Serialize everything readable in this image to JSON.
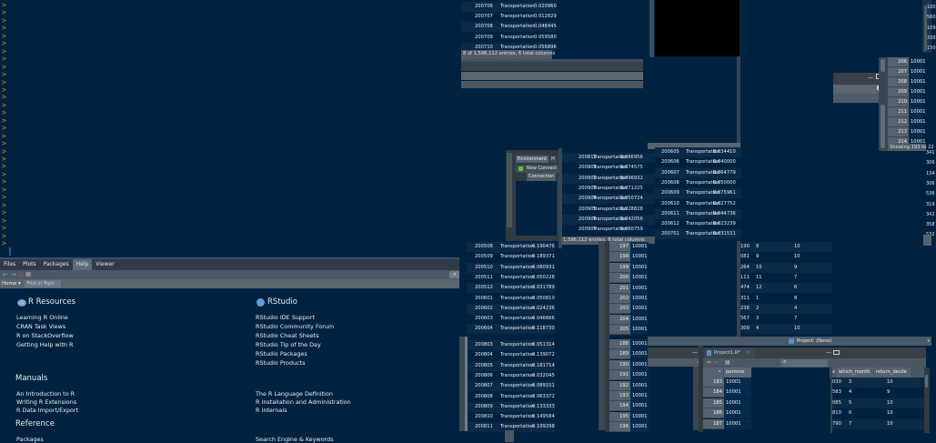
{
  "console": {
    "prompt_char": ">",
    "prompt_count": 32
  },
  "help_pane": {
    "tabs": [
      {
        "label": "Files",
        "active": false
      },
      {
        "label": "Plots",
        "active": false
      },
      {
        "label": "Packages",
        "active": false
      },
      {
        "label": "Help",
        "active": true
      },
      {
        "label": "Viewer",
        "active": false
      }
    ],
    "toolbar": {
      "back_icon": "←",
      "forward_icon": "→",
      "home_icon": "⌂",
      "print_icon": "▤",
      "search_icon": "🔍"
    },
    "nav": {
      "home_label": "Home ▾",
      "find_placeholder": "Find in Topic"
    },
    "r_resources": {
      "title": "R Resources",
      "links": [
        "Learning R Online",
        "CRAN Task Views",
        "R on StackOverflow",
        "Getting Help with R"
      ]
    },
    "rstudio": {
      "title": "RStudio",
      "links": [
        "RStudio IDE Support",
        "RStudio Community Forum",
        "RStudio Cheat Sheets",
        "RStudio Tip of the Day",
        "RStudio Packages",
        "RStudio Products"
      ]
    },
    "manuals": {
      "title": "Manuals",
      "left_links": [
        "An Introduction to R",
        "Writing R Extensions",
        "R Data Import/Export"
      ],
      "right_links": [
        "The R Language Definition",
        "R Installation and Administration",
        "R Internals"
      ]
    },
    "reference": {
      "title": "Reference",
      "left_links": [
        "Packages"
      ],
      "right_links": [
        "Search Engine & Keywords"
      ]
    }
  },
  "viewer_top": {
    "rows": [
      {
        "date": "200706",
        "industry": "Transportation",
        "value": "0.020960"
      },
      {
        "date": "200707",
        "industry": "Transportation",
        "value": "0.012829"
      },
      {
        "date": "200708",
        "industry": "Transportation",
        "value": "0.048445"
      },
      {
        "date": "200709",
        "industry": "Transportation",
        "value": "0.059580"
      },
      {
        "date": "200710",
        "industry": "Transportation",
        "value": "0.056896"
      }
    ],
    "status": "8 of 1,596,112 entries, 6 total columns"
  },
  "viewer_mid": {
    "rows": [
      {
        "date": "200812",
        "industry": "Transportation",
        "value": "0.086956"
      },
      {
        "date": "200901",
        "industry": "Transportation",
        "value": "0.074575"
      },
      {
        "date": "200902",
        "industry": "Transportation",
        "value": "0.096932"
      },
      {
        "date": "200903",
        "industry": "Transportation",
        "value": "0.071225"
      },
      {
        "date": "200904",
        "industry": "Transportation",
        "value": "0.050724"
      },
      {
        "date": "200905",
        "industry": "Transportation",
        "value": "0.028828"
      },
      {
        "date": "200906",
        "industry": "Transportation",
        "value": "0.042056"
      },
      {
        "date": "200907",
        "industry": "Transportation",
        "value": "0.060759"
      }
    ],
    "status": "1,596,112 entries, 6 total columns"
  },
  "viewer_right": {
    "rows": [
      {
        "date": "200605",
        "industry": "Transportation",
        "value": "0.034410"
      },
      {
        "date": "200606",
        "industry": "Transportation",
        "value": "0.040000"
      },
      {
        "date": "200607",
        "industry": "Transportation",
        "value": "0.064779"
      },
      {
        "date": "200608",
        "industry": "Transportation",
        "value": "0.050000"
      },
      {
        "date": "200609",
        "industry": "Transportation",
        "value": "0.075961"
      },
      {
        "date": "200610",
        "industry": "Transportation",
        "value": "0.027752"
      },
      {
        "date": "200611",
        "industry": "Transportation",
        "value": "0.044736"
      },
      {
        "date": "200612",
        "industry": "Transportation",
        "value": "0.023239"
      },
      {
        "date": "200701",
        "industry": "Transportation",
        "value": "0.031531"
      }
    ]
  },
  "viewer_lower_a": {
    "rows": [
      {
        "date": "200508",
        "industry": "Transportation",
        "value": "0.190476"
      },
      {
        "date": "200509",
        "industry": "Transportation",
        "value": "0.189371"
      },
      {
        "date": "200510",
        "industry": "Transportation",
        "value": "0.080931"
      },
      {
        "date": "200511",
        "industry": "Transportation",
        "value": "0.050228"
      },
      {
        "date": "200512",
        "industry": "Transportation",
        "value": "0.031789"
      },
      {
        "date": "200601",
        "industry": "Transportation",
        "value": "0.050810"
      },
      {
        "date": "200602",
        "industry": "Transportation",
        "value": "0.024236"
      },
      {
        "date": "200603",
        "industry": "Transportation",
        "value": "0.046666"
      },
      {
        "date": "200604",
        "industry": "Transportation",
        "value": "0.118730"
      }
    ]
  },
  "viewer_lower_b": {
    "rows": [
      {
        "date": "200803",
        "industry": "Transportation",
        "value": "0.051314"
      },
      {
        "date": "200804",
        "industry": "Transportation",
        "value": "0.139072"
      },
      {
        "date": "200805",
        "industry": "Transportation",
        "value": "0.181714"
      },
      {
        "date": "200806",
        "industry": "Transportation",
        "value": "0.032045"
      },
      {
        "date": "200807",
        "industry": "Transportation",
        "value": "0.089151"
      },
      {
        "date": "200808",
        "industry": "Transportation",
        "value": "0.063372"
      },
      {
        "date": "200809",
        "industry": "Transportation",
        "value": "0.133333"
      },
      {
        "date": "200810",
        "industry": "Transportation",
        "value": "0.149584"
      },
      {
        "date": "200811",
        "industry": "Transportation",
        "value": "0.109298"
      }
    ]
  },
  "env_pane": {
    "tabs": [
      "Environment",
      "H"
    ],
    "new_connection": "New Connect",
    "connection_col": "Connection"
  },
  "permno_grid_upper": {
    "rows": [
      {
        "n": "197",
        "permno": "10001"
      },
      {
        "n": "198",
        "permno": "10001"
      },
      {
        "n": "199",
        "permno": "10001"
      },
      {
        "n": "200",
        "permno": "10001"
      },
      {
        "n": "201",
        "permno": "10001"
      },
      {
        "n": "202",
        "permno": "10001"
      },
      {
        "n": "203",
        "permno": "10001"
      },
      {
        "n": "204",
        "permno": "10001"
      },
      {
        "n": "205",
        "permno": "10001"
      }
    ]
  },
  "permno_grid_lower": {
    "rows": [
      {
        "n": "188",
        "permno": "10001"
      },
      {
        "n": "189",
        "permno": "10001"
      },
      {
        "n": "190",
        "permno": "10001"
      },
      {
        "n": "191",
        "permno": "10001"
      },
      {
        "n": "192",
        "permno": "10001"
      },
      {
        "n": "193",
        "permno": "10001"
      },
      {
        "n": "194",
        "permno": "10001"
      },
      {
        "n": "195",
        "permno": "10001"
      },
      {
        "n": "196",
        "permno": "10001"
      }
    ]
  },
  "month_grid": {
    "rows": [
      {
        "x": "190",
        "which_month": "8",
        "return_decile": "10"
      },
      {
        "x": "081",
        "which_month": "9",
        "return_decile": "10"
      },
      {
        "x": "264",
        "which_month": "10",
        "return_decile": "9"
      },
      {
        "x": "111",
        "which_month": "11",
        "return_decile": "7"
      },
      {
        "x": "474",
        "which_month": "12",
        "return_decile": "6"
      },
      {
        "x": "311",
        "which_month": "1",
        "return_decile": "8"
      },
      {
        "x": "238",
        "which_month": "2",
        "return_decile": "4"
      },
      {
        "x": "567",
        "which_month": "3",
        "return_decile": "7"
      },
      {
        "x": "309",
        "which_month": "4",
        "return_decile": "10"
      }
    ]
  },
  "project_bar": {
    "label": "Project: (None)"
  },
  "source_pane": {
    "tab_label": "Project1.R*",
    "columns": [
      "permno",
      "which_month",
      "return_decile"
    ],
    "rows": [
      {
        "n": "183",
        "permno": "10001",
        "x": "030",
        "which_month": "3",
        "return_decile": "10"
      },
      {
        "n": "184",
        "permno": "10001",
        "x": "583",
        "which_month": "4",
        "return_decile": "9"
      },
      {
        "n": "185",
        "permno": "10001",
        "x": "085",
        "which_month": "5",
        "return_decile": "10"
      },
      {
        "n": "186",
        "permno": "10001",
        "x": "810",
        "which_month": "6",
        "return_decile": "10"
      },
      {
        "n": "187",
        "permno": "10001",
        "x": "790",
        "which_month": "7",
        "return_decile": "10"
      }
    ]
  },
  "far_right_grid": {
    "rows": [
      {
        "n": "206",
        "permno": "10001"
      },
      {
        "n": "207",
        "permno": "10001"
      },
      {
        "n": "208",
        "permno": "10001"
      },
      {
        "n": "209",
        "permno": "10001"
      },
      {
        "n": "210",
        "permno": "10001"
      },
      {
        "n": "211",
        "permno": "10001"
      },
      {
        "n": "212",
        "permno": "10001"
      },
      {
        "n": "213",
        "permno": "10001"
      },
      {
        "n": "214",
        "permno": "10001"
      }
    ],
    "status": "Showing 193 to 22",
    "edge_values_top": [
      "100",
      "560",
      "109",
      "330",
      "150"
    ],
    "edge_values_bottom": [
      "341",
      "306",
      "134",
      "306",
      "536",
      "319",
      "342",
      "358",
      "532"
    ]
  }
}
